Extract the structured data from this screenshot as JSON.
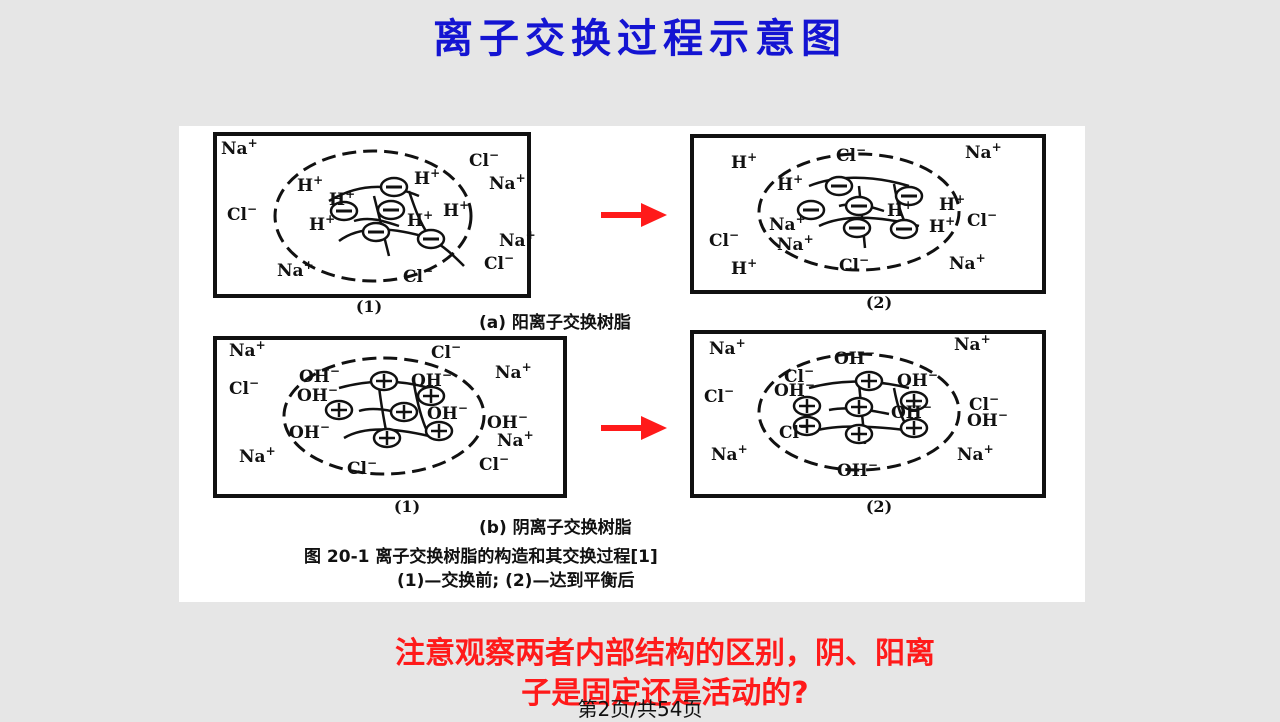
{
  "title": "离子交换过程示意图",
  "figure": {
    "panel_a_caption": "(a) 阳离子交换树脂",
    "panel_b_caption": "(b)  阴离子交换树脂",
    "sub_label_1": "(1)",
    "sub_label_2": "(2)",
    "figure_caption": "图 20-1  离子交换树脂的构造和其交换过程[1]",
    "figure_subcaption": "(1)—交换前;  (2)—达到平衡后",
    "arrow_color": "#ff1a1a",
    "ions": {
      "na": "Na",
      "cl": "Cl",
      "h": "H",
      "oh": "OH",
      "plus": "+",
      "minus": "−"
    }
  },
  "note": {
    "line1": "注意观察两者内部结构的区别，阴、阳离",
    "line2": "子是固定还是活动的?"
  },
  "pager": "第2页/共54页"
}
